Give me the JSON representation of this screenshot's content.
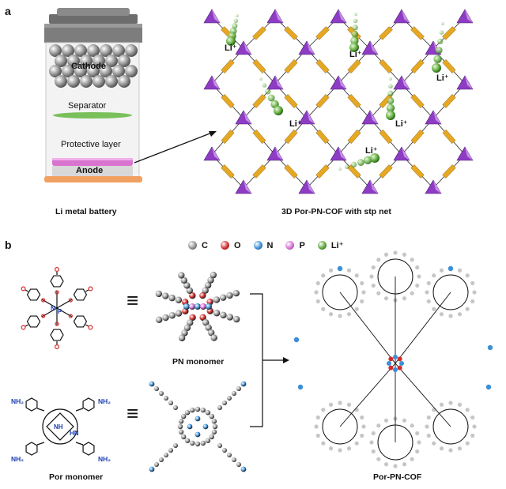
{
  "panel_a": {
    "letter": "a",
    "battery": {
      "cathode": "Cathode",
      "separator": "Separator",
      "protective_layer": "Protective layer",
      "anode": "Anode",
      "caption": "Li metal battery"
    },
    "cof": {
      "li_labels": [
        "Li⁺",
        "Li⁺",
        "Li⁺",
        "Li⁺",
        "Li⁺",
        "Li⁺"
      ],
      "caption": "3D Por-PN-COF with stp net"
    }
  },
  "panel_b": {
    "letter": "b",
    "legend": [
      {
        "label": "C",
        "color": "#8f8f8f"
      },
      {
        "label": "O",
        "color": "#d32a2a"
      },
      {
        "label": "N",
        "color": "#3a8fd6"
      },
      {
        "label": "P",
        "color": "#d66fd6"
      },
      {
        "label": "Li⁺",
        "color": "#5aa63c"
      }
    ],
    "pn_monomer": {
      "caption": "PN monomer",
      "atoms": {
        "n": "N",
        "p": "P"
      }
    },
    "por_monomer": {
      "caption": "Por monomer",
      "amine": "NH₂",
      "nh": "NH",
      "hn": "HN",
      "n": "N"
    },
    "cof_caption": "Por-PN-COF",
    "equiv": "≡"
  },
  "colors": {
    "purple": "#8e3cc4",
    "yellow": "#e6a722",
    "green": "#6bb34a",
    "gray": "#9a9a9a",
    "red": "#d32a2a",
    "blue": "#3a8fd6",
    "pink": "#e2a0d8",
    "orange": "#f0a060"
  }
}
